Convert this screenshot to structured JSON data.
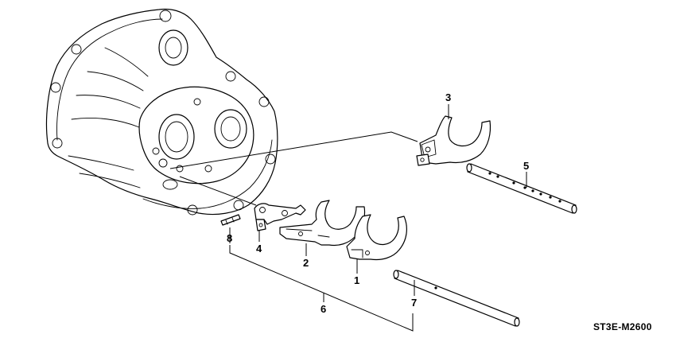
{
  "callouts": [
    {
      "id": "1",
      "label": "1"
    },
    {
      "id": "2",
      "label": "2"
    },
    {
      "id": "3",
      "label": "3"
    },
    {
      "id": "4",
      "label": "4"
    },
    {
      "id": "5",
      "label": "5"
    },
    {
      "id": "6",
      "label": "6"
    },
    {
      "id": "7",
      "label": "7"
    },
    {
      "id": "8",
      "label": "8"
    }
  ],
  "diagram_code": "ST3E-M2600",
  "parts": [
    {
      "callout": "1",
      "shape": "shift-fork"
    },
    {
      "callout": "2",
      "shape": "shift-fork"
    },
    {
      "callout": "3",
      "shape": "shift-fork"
    },
    {
      "callout": "4",
      "shape": "shift-arm"
    },
    {
      "callout": "5",
      "shape": "shift-rod"
    },
    {
      "callout": "6",
      "shape": "bracket-group"
    },
    {
      "callout": "7",
      "shape": "shift-rod"
    },
    {
      "callout": "8",
      "shape": "spring-pin"
    }
  ]
}
